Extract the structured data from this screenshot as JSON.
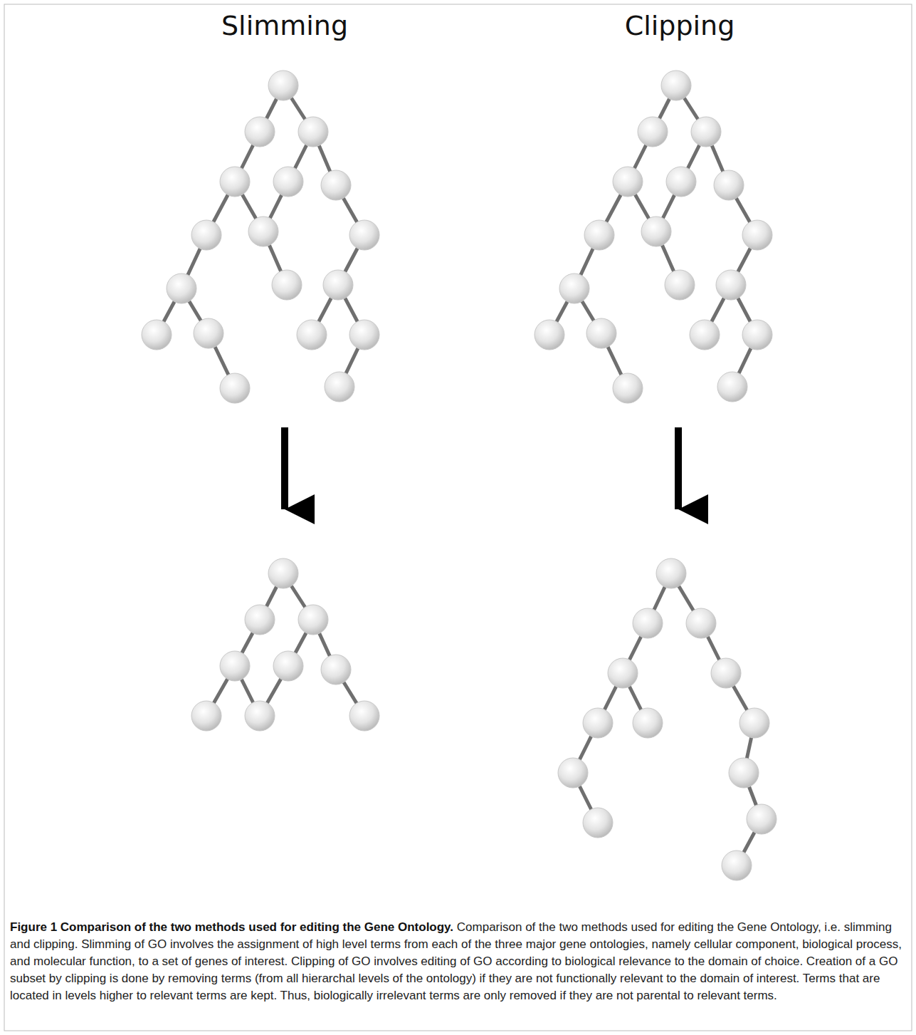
{
  "diagram": {
    "title": "Figure 1 Comparison of the two methods used for editing the Gene Ontology.",
    "caption": "Comparison of the two methods used for editing the Gene Ontology, i.e. slimming and clipping. Slimming of GO involves the assignment of high level terms from each of the three major gene ontologies, namely cellular component, biological process, and molecular function, to a set of genes of interest. Clipping of GO involves editing of GO according to biological relevance to the domain of choice. Creation of a GO subset by clipping is done by removing terms (from all hierarchal levels of the ontology) if they are not functionally relevant to the domain of interest. Terms that are located in levels higher to relevant terms are kept. Thus, biologically irrelevant terms are only removed if they are not parental to relevant terms.",
    "labels": [
      "Slimming",
      "Clipping"
    ]
  }
}
